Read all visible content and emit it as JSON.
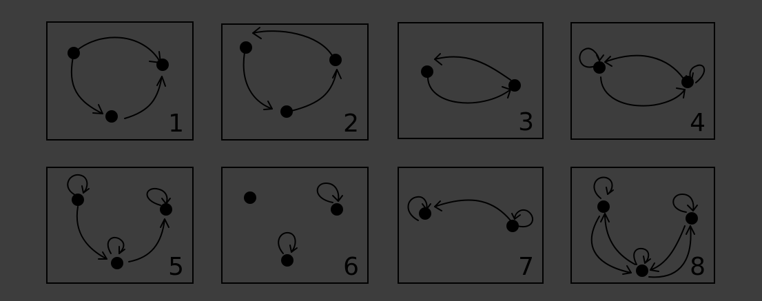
{
  "colors": {
    "background": "#3d3d3d",
    "ink": "#000000"
  },
  "panels": [
    {
      "number": "1"
    },
    {
      "number": "2"
    },
    {
      "number": "3"
    },
    {
      "number": "4"
    },
    {
      "number": "5"
    },
    {
      "number": "6"
    },
    {
      "number": "7"
    },
    {
      "number": "8"
    }
  ]
}
